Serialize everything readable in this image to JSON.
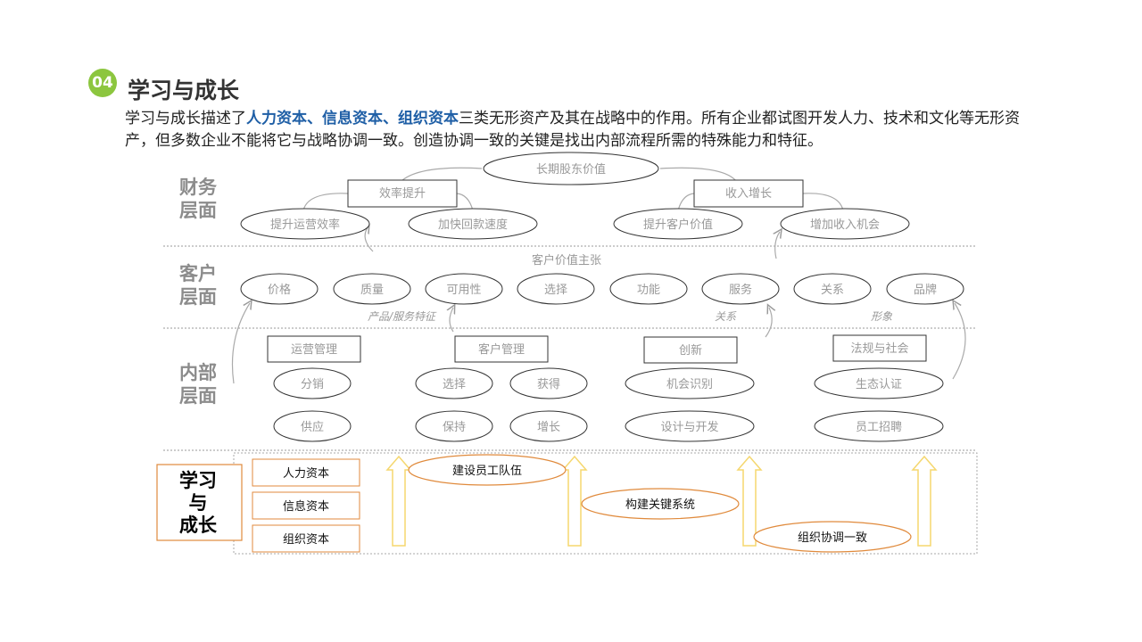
{
  "header": {
    "badge": "04",
    "title": "学习与成长",
    "desc_pre": "学习与成长描述了",
    "desc_highlight": "人力资本、信息资本、组织资本",
    "desc_post": "三类无形资产及其在战略中的作用。所有企业都试图开发人力、技术和文化等无形资产，但多数企业不能将它与战略协调一致。创造协调一致的关键是找出内部流程所需的特殊能力和特征。"
  },
  "layers": {
    "finance": [
      "财务",
      "层面"
    ],
    "customer": [
      "客户",
      "层面"
    ],
    "internal": [
      "内部",
      "层面"
    ],
    "learning": [
      "学习",
      "与",
      "成长"
    ]
  },
  "finance": {
    "top": "长期股东价值",
    "box_left": "效率提升",
    "box_right": "收入增长",
    "ovals": [
      "提升运营效率",
      "加快回款速度",
      "提升客户价值",
      "增加收入机会"
    ]
  },
  "customer": {
    "header": "客户价值主张",
    "ovals": [
      "价格",
      "质量",
      "可用性",
      "选择",
      "功能",
      "服务",
      "关系",
      "品牌"
    ],
    "labels": [
      "产品/服务特征",
      "关系",
      "形象"
    ]
  },
  "internal": {
    "boxes": [
      "运营管理",
      "客户管理",
      "创新",
      "法规与社会"
    ],
    "ovals": [
      "分销",
      "选择",
      "获得",
      "机会识别",
      "生态认证",
      "供应",
      "保持",
      "增长",
      "设计与开发",
      "员工招聘"
    ]
  },
  "learning": {
    "boxes": [
      "人力资本",
      "信息资本",
      "组织资本"
    ],
    "ovals": [
      "建设员工队伍",
      "构建关键系统",
      "组织协调一致"
    ]
  },
  "colors": {
    "badge": "#8cc63f",
    "highlight": "#1f5fa6",
    "orange": "#e08a3c",
    "arrow_yellow": "#f5d76e",
    "layer_text": "#8c8c8c"
  }
}
